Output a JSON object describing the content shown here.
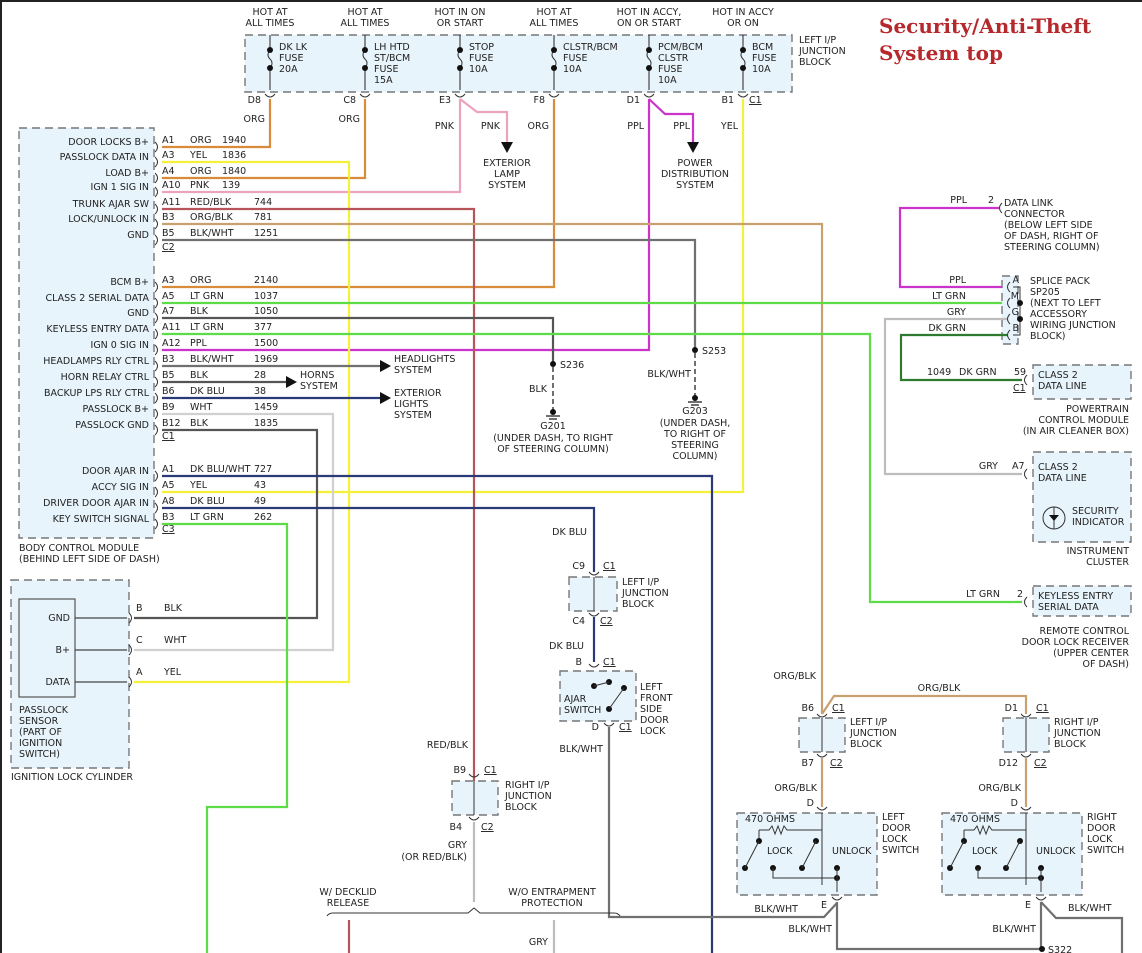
{
  "title": [
    "Security/Anti-Theft",
    "System top"
  ],
  "wire_colors": {
    "ORG": "#d88c3a",
    "YEL": "#f5f03a",
    "PNK": "#eba3bf",
    "RED/BLK": "#b5555a",
    "ORG/BLK": "#c9a070",
    "BLK/WHT": "#707070",
    "LT GRN": "#5ddc48",
    "BLK": "#555555",
    "PPL": "#cc33cc",
    "DK BLU": "#2a3a78",
    "WHT": "#d0d0d0",
    "GRY": "#bdbdbd",
    "DK GRN": "#2e7a2e"
  },
  "fuse_block": {
    "label": [
      "LEFT I/P",
      "JUNCTION",
      "BLOCK"
    ],
    "fuses": [
      {
        "supply": [
          "HOT AT",
          "ALL TIMES"
        ],
        "name": [
          "DK LK",
          "FUSE",
          "20A"
        ],
        "pin": "D8",
        "wire": "ORG"
      },
      {
        "supply": [
          "HOT AT",
          "ALL TIMES"
        ],
        "name": [
          "LH HTD",
          "ST/BCM",
          "FUSE",
          "15A"
        ],
        "pin": "C8",
        "wire": "ORG"
      },
      {
        "supply": [
          "HOT IN ON",
          "OR START"
        ],
        "name": [
          "STOP",
          "FUSE",
          "10A"
        ],
        "pin": "E3",
        "wire": "PNK"
      },
      {
        "supply": [
          "HOT AT",
          "ALL TIMES"
        ],
        "name": [
          "CLSTR/BCM",
          "FUSE",
          "10A"
        ],
        "pin": "F8",
        "wire": "ORG"
      },
      {
        "supply": [
          "HOT IN ACCY,",
          "ON OR START"
        ],
        "name": [
          "PCM/BCM",
          "CLSTR",
          "FUSE",
          "10A"
        ],
        "pin": "D1",
        "wire": "PPL"
      },
      {
        "supply": [
          "HOT IN ACCY",
          "OR ON"
        ],
        "name": [
          "BCM",
          "FUSE",
          "10A"
        ],
        "pin": "B1",
        "wire": "YEL",
        "connector": "C1"
      }
    ],
    "branch_wires": [
      "PNK",
      "PPL"
    ]
  },
  "destinations": {
    "exterior_lamp": [
      "EXTERIOR",
      "LAMP",
      "SYSTEM"
    ],
    "power_distribution": [
      "POWER",
      "DISTRIBUTION",
      "SYSTEM"
    ],
    "headlights": [
      "HEADLIGHTS",
      "SYSTEM"
    ],
    "horns": [
      "HORNS",
      "SYSTEM"
    ],
    "exterior_lights": [
      "EXTERIOR",
      "LIGHTS",
      "SYSTEM"
    ]
  },
  "bcm": {
    "caption": [
      "BODY CONTROL MODULE",
      "(BEHIND LEFT SIDE OF DASH)"
    ],
    "groups": [
      {
        "connector": "C2",
        "pins": [
          {
            "label": "DOOR LOCKS B+",
            "pin": "A1",
            "color": "ORG",
            "circuit": "1940"
          },
          {
            "label": "PASSLOCK DATA IN",
            "pin": "A3",
            "color": "YEL",
            "circuit": "1836"
          },
          {
            "label": "LOAD B+",
            "pin": "A4",
            "color": "ORG",
            "circuit": "1840"
          },
          {
            "label": "IGN 1 SIG IN",
            "pin": "A10",
            "color": "PNK",
            "circuit": "139"
          },
          {
            "label": "TRUNK AJAR SW",
            "pin": "A11",
            "color": "RED/BLK",
            "circuit": "744"
          },
          {
            "label": "LOCK/UNLOCK IN",
            "pin": "B3",
            "color": "ORG/BLK",
            "circuit": "781"
          },
          {
            "label": "GND",
            "pin": "B5",
            "color": "BLK/WHT",
            "circuit": "1251"
          }
        ]
      },
      {
        "connector": "C1",
        "pins": [
          {
            "label": "BCM B+",
            "pin": "A3",
            "color": "ORG",
            "circuit": "2140"
          },
          {
            "label": "CLASS 2 SERIAL DATA",
            "pin": "A5",
            "color": "LT GRN",
            "circuit": "1037"
          },
          {
            "label": "GND",
            "pin": "A7",
            "color": "BLK",
            "circuit": "1050"
          },
          {
            "label": "KEYLESS ENTRY DATA",
            "pin": "A11",
            "color": "LT GRN",
            "circuit": "377"
          },
          {
            "label": "IGN 0 SIG IN",
            "pin": "A12",
            "color": "PPL",
            "circuit": "1500"
          },
          {
            "label": "HEADLAMPS RLY CTRL",
            "pin": "B3",
            "color": "BLK/WHT",
            "circuit": "1969"
          },
          {
            "label": "HORN RELAY CTRL",
            "pin": "B5",
            "color": "BLK",
            "circuit": "28"
          },
          {
            "label": "BACKUP LPS RLY CTRL",
            "pin": "B6",
            "color": "DK BLU",
            "circuit": "38"
          },
          {
            "label": "PASSLOCK B+",
            "pin": "B9",
            "color": "WHT",
            "circuit": "1459"
          },
          {
            "label": "PASSLOCK GND",
            "pin": "B12",
            "color": "BLK",
            "circuit": "1835"
          }
        ]
      },
      {
        "connector": "C3",
        "pins": [
          {
            "label": "DOOR AJAR IN",
            "pin": "A1",
            "color": "DK BLU/WHT",
            "circuit": "727"
          },
          {
            "label": "ACCY SIG IN",
            "pin": "A5",
            "color": "YEL",
            "circuit": "43"
          },
          {
            "label": "DRIVER DOOR AJAR IN",
            "pin": "A8",
            "color": "DK BLU",
            "circuit": "49"
          },
          {
            "label": "KEY SWITCH SIGNAL",
            "pin": "B3",
            "color": "LT GRN",
            "circuit": "262"
          }
        ]
      }
    ]
  },
  "ignition": {
    "sensor_pins": [
      {
        "label": "GND",
        "pin": "B",
        "color": "BLK"
      },
      {
        "label": "B+",
        "pin": "C",
        "color": "WHT"
      },
      {
        "label": "DATA",
        "pin": "A",
        "color": "YEL"
      }
    ],
    "sensor_caption": [
      "PASSLOCK",
      "SENSOR",
      "(PART OF",
      "IGNITION",
      "SWITCH)"
    ],
    "caption": "IGNITION LOCK CYLINDER"
  },
  "grounds": [
    {
      "splice": "S236",
      "wire": "BLK",
      "ground": "G201",
      "location": [
        "(UNDER DASH, TO RIGHT",
        "OF STEERING COLUMN)"
      ]
    },
    {
      "splice": "S253",
      "wire": "BLK/WHT",
      "ground": "G203",
      "location": [
        "(UNDER DASH,",
        "TO RIGHT OF",
        "STEERING",
        "COLUMN)"
      ]
    }
  ],
  "dlc": {
    "wire": "PPL",
    "pin": "2",
    "label": [
      "DATA LINK",
      "CONNECTOR",
      "(BELOW LEFT SIDE",
      "OF DASH, RIGHT OF",
      "STEERING COLUMN)"
    ]
  },
  "splice_pack": {
    "label": [
      "SPLICE PACK",
      "SP205",
      "(NEXT TO LEFT",
      "ACCESSORY",
      "WIRING JUNCTION",
      "BLOCK)"
    ],
    "pins": [
      {
        "wire": "PPL",
        "pin": "A"
      },
      {
        "wire": "LT GRN",
        "pin": "M"
      },
      {
        "wire": "GRY",
        "pin": "G"
      },
      {
        "wire": "DK GRN",
        "pin": "B"
      }
    ]
  },
  "pcm": {
    "circuit": "1049",
    "wire": "DK GRN",
    "pin": "59",
    "connector": "C1",
    "box": [
      "CLASS 2",
      "DATA LINE"
    ],
    "caption": [
      "POWERTRAIN",
      "CONTROL MODULE",
      "(IN AIR CLEANER BOX)"
    ]
  },
  "cluster": {
    "wire": "GRY",
    "pin": "A7",
    "box": [
      "CLASS 2",
      "DATA LINE"
    ],
    "indicator": [
      "SECURITY",
      "INDICATOR"
    ],
    "caption": [
      "INSTRUMENT",
      "CLUSTER"
    ]
  },
  "rcdlr": {
    "wire": "LT GRN",
    "pin": "2",
    "box": [
      "KEYLESS ENTRY",
      "SERIAL DATA"
    ],
    "caption": [
      "REMOTE CONTROL",
      "DOOR LOCK RECEIVER",
      "(UPPER CENTER",
      "OF DASH)"
    ]
  },
  "left_ip_jb_mid": {
    "wire_in": "DK BLU",
    "pin_in": "C9",
    "conn_in": "C1",
    "pin_out": "C4",
    "conn_out": "C2",
    "label": [
      "LEFT I/P",
      "JUNCTION",
      "BLOCK"
    ],
    "wire_out": "DK BLU"
  },
  "ajar_switch": {
    "pin_top": "B",
    "conn_top": "C1",
    "pin_bottom": "D",
    "conn_bottom": "C1",
    "inner": [
      "AJAR",
      "SWITCH"
    ],
    "label": [
      "LEFT",
      "FRONT",
      "SIDE",
      "DOOR",
      "LOCK"
    ],
    "wire_out": "BLK/WHT"
  },
  "right_ip_jb_mid": {
    "wire_in": "RED/BLK",
    "pin_in": "B9",
    "conn_in": "C1",
    "pin_out": "B4",
    "conn_out": "C2",
    "label": [
      "RIGHT I/P",
      "JUNCTION",
      "BLOCK"
    ],
    "wire_out": [
      "GRY",
      "(OR RED/BLK)"
    ]
  },
  "options": {
    "left": [
      "W/ DECKLID",
      "RELEASE"
    ],
    "right": [
      "W/O ENTRAPMENT",
      "PROTECTION"
    ],
    "right_wire": "GRY"
  },
  "door_locks": {
    "bus_wire": "ORG/BLK",
    "left_jb": {
      "pin_in": "B6",
      "conn_in": "C1",
      "pin_out": "B7",
      "conn_out": "C2",
      "label": [
        "LEFT I/P",
        "JUNCTION",
        "BLOCK"
      ]
    },
    "right_jb": {
      "pin_in": "D1",
      "conn_in": "C1",
      "pin_out": "D12",
      "conn_out": "C2",
      "label": [
        "RIGHT I/P",
        "JUNCTION",
        "BLOCK"
      ]
    },
    "switches": [
      {
        "label": [
          "LEFT",
          "DOOR",
          "LOCK",
          "SWITCH"
        ],
        "pin_in": "D",
        "pin_out": "E",
        "resistor": "470 OHMS",
        "lock": "LOCK",
        "unlock": "UNLOCK"
      },
      {
        "label": [
          "RIGHT",
          "DOOR",
          "LOCK",
          "SWITCH"
        ],
        "pin_in": "D",
        "pin_out": "E",
        "resistor": "470 OHMS",
        "lock": "LOCK",
        "unlock": "UNLOCK"
      }
    ],
    "ground_wire": "BLK/WHT",
    "splice": "S322"
  }
}
